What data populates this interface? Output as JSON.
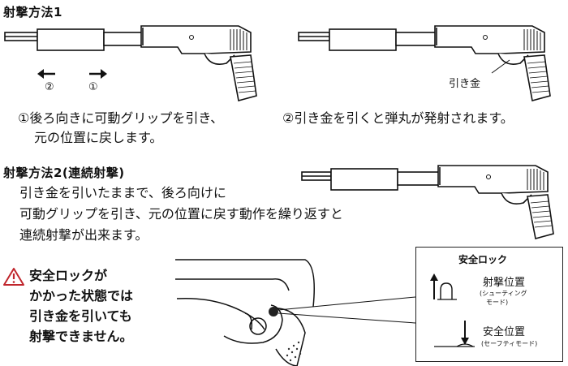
{
  "section1": {
    "title": "射撃方法1",
    "arrow_left_label": "②",
    "arrow_right_label": "①",
    "step1_line1": "①後ろ向きに可動グリップを引き、",
    "step1_line2": "元の位置に戻します。",
    "trigger_label": "引き金",
    "step2": "②引き金を引くと弾丸が発射されます。"
  },
  "section2": {
    "title": "射撃方法2(連続射撃)",
    "line1": "引き金を引いたままで、後ろ向けに",
    "line2": "可動グリップを引き、元の位置に戻す動作を繰り返すと",
    "line3": "連続射撃が出来ます。"
  },
  "warning": {
    "icon": "warning-triangle-icon",
    "line1": "安全ロックが",
    "line2": "かかった状態では",
    "line3": "引き金を引いても",
    "line4": "射撃できません。"
  },
  "safety_panel": {
    "title": "安全ロック",
    "fire_label": "射撃位置",
    "fire_sub1": "(シューティング",
    "fire_sub2": "モード)",
    "safe_label": "安全位置",
    "safe_sub": "(セーフティモード)"
  }
}
